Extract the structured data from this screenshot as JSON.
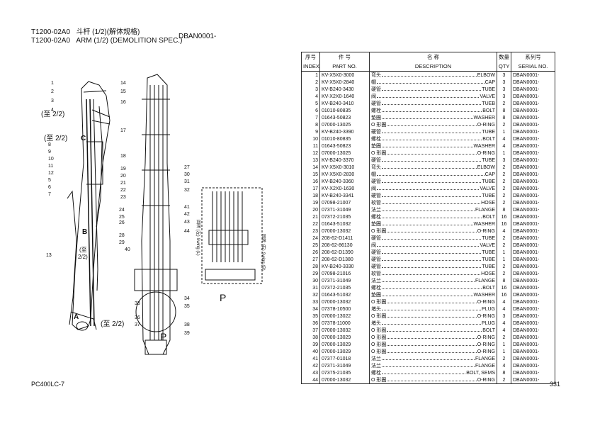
{
  "header": {
    "line1_code": "T1200-02A0",
    "line1_title": "斗杆 (1/2)(解体规格)",
    "line2_code": "T1200-02A0",
    "line2_title": "ARM (1/2) (DEMOLITION SPEC.)",
    "serial_code": "DBAN0001-"
  },
  "diagram": {
    "callouts": [
      "1",
      "2",
      "3",
      "4",
      "5",
      "6",
      "7",
      "8",
      "9",
      "10",
      "11",
      "12",
      "13",
      "14",
      "15",
      "16",
      "17",
      "18",
      "19",
      "20",
      "21",
      "22",
      "23",
      "24",
      "25",
      "26",
      "27",
      "28",
      "29",
      "30",
      "31",
      "32",
      "33",
      "34",
      "35",
      "36",
      "37",
      "38",
      "39",
      "40",
      "41",
      "42",
      "43",
      "44"
    ],
    "refs": {
      "to_2_2_a": "(至 2/2)",
      "to_2_2_b": "(至 2/2)",
      "to_2_2_c": "(至 2/2)",
      "to_2_2_d": "(至",
      "to_2_2_e": "2/2)",
      "c": "C",
      "b": "B",
      "a": "A",
      "p": "P",
      "swing_l": "回转 (左) Swing (L)",
      "swing_r": "回转 (右) Swing (R)"
    }
  },
  "table": {
    "headers": {
      "idx_cn": "序号",
      "part_cn": "件    号",
      "desc_cn": "名    称",
      "qty_cn": "数量",
      "serial_cn": "系列号",
      "idx_en": "INDEX",
      "part_en": "PART NO.",
      "desc_en": "DESCRIPTION",
      "qty_en": "QTY",
      "serial_en": "SERIAL NO."
    },
    "rows": [
      {
        "idx": "1",
        "part": "KV-X5X0-3000",
        "cn": "弯头",
        "en": "ELBOW",
        "qty": "3",
        "serial": "DBAN0001-"
      },
      {
        "idx": "2",
        "part": "KV-X5X0-2840",
        "cn": "帽",
        "en": "CAP",
        "qty": "3",
        "serial": "DBAN0001-"
      },
      {
        "idx": "3",
        "part": "KV-B240-3430",
        "cn": "硬管",
        "en": "TUBE",
        "qty": "3",
        "serial": "DBAN0001-"
      },
      {
        "idx": "4",
        "part": "KV-X2X0-1640",
        "cn": "阀",
        "en": "VALVE",
        "qty": "3",
        "serial": "DBAN0001-"
      },
      {
        "idx": "5",
        "part": "KV-B240-3410",
        "cn": "硬管",
        "en": "TUEB",
        "qty": "2",
        "serial": "DBAN0001-"
      },
      {
        "idx": "6",
        "part": "01010-80835",
        "cn": "螺栓",
        "en": "BOLT",
        "qty": "8",
        "serial": "DBAN0001-"
      },
      {
        "idx": "7",
        "part": "01643-50823",
        "cn": "垫圈",
        "en": "WASHER",
        "qty": "8",
        "serial": "DBAN0001-"
      },
      {
        "idx": "8",
        "part": "07000-13025",
        "cn": "O 形圈",
        "en": "O-RING",
        "qty": "2",
        "serial": "DBAN0001-"
      },
      {
        "idx": "9",
        "part": "KV-B240-3390",
        "cn": "硬管",
        "en": "TUBE",
        "qty": "1",
        "serial": "DBAN0001-"
      },
      {
        "idx": "10",
        "part": "01010-80835",
        "cn": "螺栓",
        "en": "BOLT",
        "qty": "4",
        "serial": "DBAN0001-"
      },
      {
        "idx": "11",
        "part": "01643-50823",
        "cn": "垫圈",
        "en": "WASHER",
        "qty": "4",
        "serial": "DBAN0001-"
      },
      {
        "idx": "12",
        "part": "07000-13025",
        "cn": "O 形圈",
        "en": "O-RING",
        "qty": "1",
        "serial": "DBAN0001-"
      },
      {
        "idx": "13",
        "part": "KV-B240-3370",
        "cn": "硬管",
        "en": "TUBE",
        "qty": "3",
        "serial": "DBAN0001-"
      },
      {
        "idx": "14",
        "part": "KV-X5X0-3010",
        "cn": "弯头",
        "en": "ELBOW",
        "qty": "2",
        "serial": "DBAN0001-"
      },
      {
        "idx": "15",
        "part": "KV-X5X0-2830",
        "cn": "帽",
        "en": "CAP",
        "qty": "2",
        "serial": "DBAN0001-"
      },
      {
        "idx": "16",
        "part": "KV-B240-3360",
        "cn": "硬管",
        "en": "TUBE",
        "qty": "2",
        "serial": "DBAN0001-"
      },
      {
        "idx": "17",
        "part": "KV-X2X0-1630",
        "cn": "阀",
        "en": "VALVE",
        "qty": "2",
        "serial": "DBAN0001-"
      },
      {
        "idx": "18",
        "part": "KV-B240-3341",
        "cn": "硬管",
        "en": "TUBE",
        "qty": "2",
        "serial": "DBAN0001-"
      },
      {
        "idx": "19",
        "part": "07098-21007",
        "cn": "软管",
        "en": "HOSE",
        "qty": "2",
        "serial": "DBAN0001-"
      },
      {
        "idx": "20",
        "part": "07371-31049",
        "cn": "法兰",
        "en": "FLANGE",
        "qty": "8",
        "serial": "DBAN0001-"
      },
      {
        "idx": "21",
        "part": "07372-21035",
        "cn": "螺栓",
        "en": "BOLT",
        "qty": "16",
        "serial": "DBAN0001-"
      },
      {
        "idx": "22",
        "part": "01643-51032",
        "cn": "垫圈",
        "en": "WASHER",
        "qty": "16",
        "serial": "DBAN0001-"
      },
      {
        "idx": "23",
        "part": "07000-13032",
        "cn": "O 形圈",
        "en": "O-RING",
        "qty": "4",
        "serial": "DBAN0001-"
      },
      {
        "idx": "24",
        "part": "208-62-D1411",
        "cn": "硬管",
        "en": "TUBE",
        "qty": "2",
        "serial": "DBAN0001-"
      },
      {
        "idx": "25",
        "part": "208-62-86130",
        "cn": "阀",
        "en": "VALVE",
        "qty": "2",
        "serial": "DBAN0001-"
      },
      {
        "idx": "26",
        "part": "208-62-D1390",
        "cn": "硬管",
        "en": "TUBE",
        "qty": "1",
        "serial": "DBAN0001-"
      },
      {
        "idx": "27",
        "part": "208-62-D1380",
        "cn": "硬管",
        "en": "TUBE",
        "qty": "1",
        "serial": "DBAN0001-"
      },
      {
        "idx": "28",
        "part": "KV-B240-3330",
        "cn": "硬管",
        "en": "TUBE",
        "qty": "2",
        "serial": "DBAN0001-"
      },
      {
        "idx": "29",
        "part": "07098-21016",
        "cn": "软管",
        "en": "HOSE",
        "qty": "2",
        "serial": "DBAN0001-"
      },
      {
        "idx": "30",
        "part": "07371-31049",
        "cn": "法兰",
        "en": "FLANGE",
        "qty": "8",
        "serial": "DBAN0001-"
      },
      {
        "idx": "31",
        "part": "07372-21035",
        "cn": "螺栓",
        "en": "BOLT",
        "qty": "16",
        "serial": "DBAN0001-"
      },
      {
        "idx": "32",
        "part": "01643-51032",
        "cn": "垫圈",
        "en": "WASHER",
        "qty": "16",
        "serial": "DBAN0001-"
      },
      {
        "idx": "33",
        "part": "07000-13032",
        "cn": "O 形圈",
        "en": "O-RING",
        "qty": "4",
        "serial": "DBAN0001-"
      },
      {
        "idx": "34",
        "part": "07378-10500",
        "cn": "堵头",
        "en": "PLUG",
        "qty": "4",
        "serial": "DBAN0001-"
      },
      {
        "idx": "35",
        "part": "07000-13022",
        "cn": "O 形圈",
        "en": "O-RING",
        "qty": "3",
        "serial": "DBAN0001-"
      },
      {
        "idx": "36",
        "part": "07378-11000",
        "cn": "堵头",
        "en": "PLUG",
        "qty": "4",
        "serial": "DBAN0001-"
      },
      {
        "idx": "37",
        "part": "07000-13032",
        "cn": "O 形圈",
        "en": "BOLT",
        "qty": "4",
        "serial": "DBAN0001-"
      },
      {
        "idx": "38",
        "part": "07000-13029",
        "cn": "O 形圈",
        "en": "O-RING",
        "qty": "2",
        "serial": "DBAN0001-"
      },
      {
        "idx": "39",
        "part": "07000-13029",
        "cn": "O 形圈",
        "en": "O-RING",
        "qty": "1",
        "serial": "DBAN0001-"
      },
      {
        "idx": "40",
        "part": "07000-13029",
        "cn": "O 形圈",
        "en": "O-RING",
        "qty": "1",
        "serial": "DBAN0001-"
      },
      {
        "idx": "41",
        "part": "07377-01018",
        "cn": "法兰",
        "en": "FLANGE",
        "qty": "2",
        "serial": "DBAN0001-"
      },
      {
        "idx": "42",
        "part": "07371-31049",
        "cn": "法兰",
        "en": "FLANGE",
        "qty": "4",
        "serial": "DBAN0001-"
      },
      {
        "idx": "43",
        "part": "07375-21035",
        "cn": "螺栓",
        "en": "BOLT, SEMS",
        "qty": "8",
        "serial": "DBAN0001-"
      },
      {
        "idx": "44",
        "part": "07000-13032",
        "cn": "O 形圈",
        "en": "O-RING",
        "qty": "2",
        "serial": "DBAN0001-"
      }
    ]
  },
  "footer": {
    "model": "PC400LC-7",
    "page": "331"
  }
}
